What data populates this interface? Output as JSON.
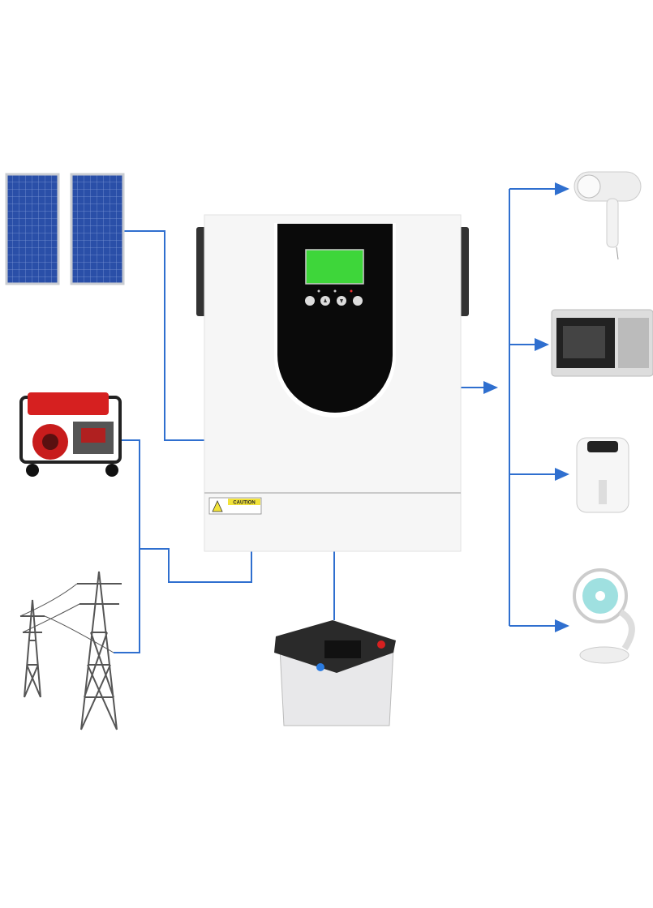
{
  "inverter": {
    "caution_label": "CAUTION",
    "lcd_color": "#3ed63a",
    "buttons": [
      "power-icon",
      "up-icon",
      "down-icon",
      "enter-icon"
    ]
  },
  "colors": {
    "wire": "#2f6fcf",
    "panel_face": "#ffffff",
    "display_bezel": "#0a0a0a"
  },
  "inputs": [
    "solar-panels",
    "generator",
    "power-grid-towers"
  ],
  "storage": "battery",
  "outputs": [
    "hair-dryer",
    "microwave",
    "air-fryer",
    "desk-fan"
  ]
}
